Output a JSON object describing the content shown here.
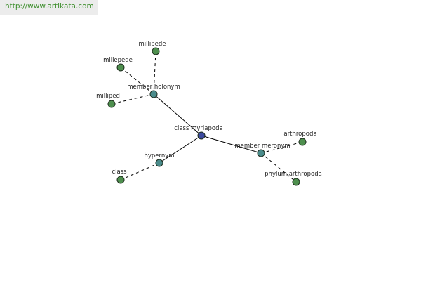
{
  "watermark": {
    "text": "http://www.artikata.com"
  },
  "colors": {
    "center": "#3c4a9e",
    "relation": "#4a8b8b",
    "leaf": "#4e8f4e",
    "watermark_text": "#3f8f2e",
    "watermark_bg": "#ececec"
  },
  "graph": {
    "center": {
      "id": "class-myriapoda",
      "label": "class myriapoda"
    },
    "relations": [
      {
        "id": "member-holonym",
        "label": "member holonym",
        "leaves": [
          {
            "id": "millipede-top",
            "label": "millipede"
          },
          {
            "id": "millepede",
            "label": "millepede"
          },
          {
            "id": "milliped",
            "label": "milliped"
          }
        ]
      },
      {
        "id": "hypernym",
        "label": "hypernym",
        "leaves": [
          {
            "id": "class",
            "label": "class"
          }
        ]
      },
      {
        "id": "member-meronym",
        "label": "member meronym",
        "leaves": [
          {
            "id": "arthropoda",
            "label": "arthropoda"
          },
          {
            "id": "phylum-arthropoda",
            "label": "phylum arthropoda"
          }
        ]
      }
    ]
  }
}
